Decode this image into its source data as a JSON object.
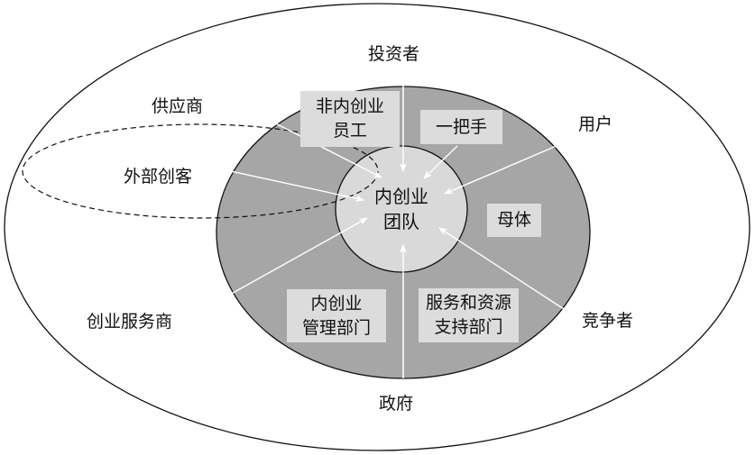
{
  "center": {
    "line1": "内创业",
    "line2": "团队"
  },
  "outer_labels": {
    "investor": "投资者",
    "supplier": "供应商",
    "user": "用户",
    "external_maker": "外部创客",
    "service_provider": "创业服务商",
    "competitor": "竞争者",
    "government": "政府"
  },
  "inner_boxes": {
    "non_employee": {
      "line1": "非内创业",
      "line2": "员工"
    },
    "leader": "一把手",
    "parent": "母体",
    "management": {
      "line1": "内创业",
      "line2": "管理部门"
    },
    "support": {
      "line1": "服务和资源",
      "line2": "支持部门"
    }
  },
  "colors": {
    "ring": "#a6a6a6",
    "core": "#d9d9d9",
    "box": "#dcdcdc",
    "arrow": "#ffffff"
  }
}
